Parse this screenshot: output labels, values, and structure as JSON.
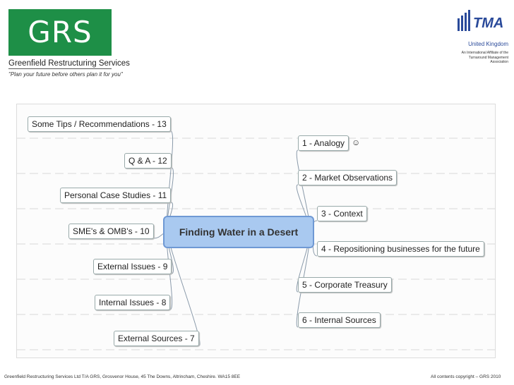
{
  "header": {
    "logo_text": "GRS",
    "company_name": "Greenfield Restructuring Services",
    "tagline": "\"Plan your future before others plan it for you\"",
    "tma": {
      "logo_text": "TMA",
      "region": "United Kingdom",
      "affiliate_line1": "An International Affiliate of the",
      "affiliate_line2": "Turnaround Management Association",
      "brand_color": "#2a4a9a"
    }
  },
  "mindmap": {
    "central": "Finding Water in a Desert",
    "left_nodes": [
      "Some Tips / Recommendations - 13",
      "Q & A - 12",
      "Personal Case Studies - 11",
      "SME's & OMB's - 10",
      "External Issues - 9",
      "Internal Issues - 8",
      "External Sources - 7"
    ],
    "right_nodes": [
      "1 - Analogy",
      "2 - Market Observations",
      "3 - Context",
      "4 - Repositioning businesses for the future",
      "5 - Corporate Treasury",
      "6 - Internal Sources"
    ],
    "colors": {
      "central_fill": "#a9c9f0",
      "central_border": "#6f99d4"
    }
  },
  "footer": {
    "address": "Greenfield Restructuring Services Ltd T/A GRS, Grosvenor House, 45 The Downs, Altrincham, Cheshire. WA15 8EE",
    "copyright": "All contents copyright – GRS 2010"
  },
  "brand_color": "#1e8f47"
}
